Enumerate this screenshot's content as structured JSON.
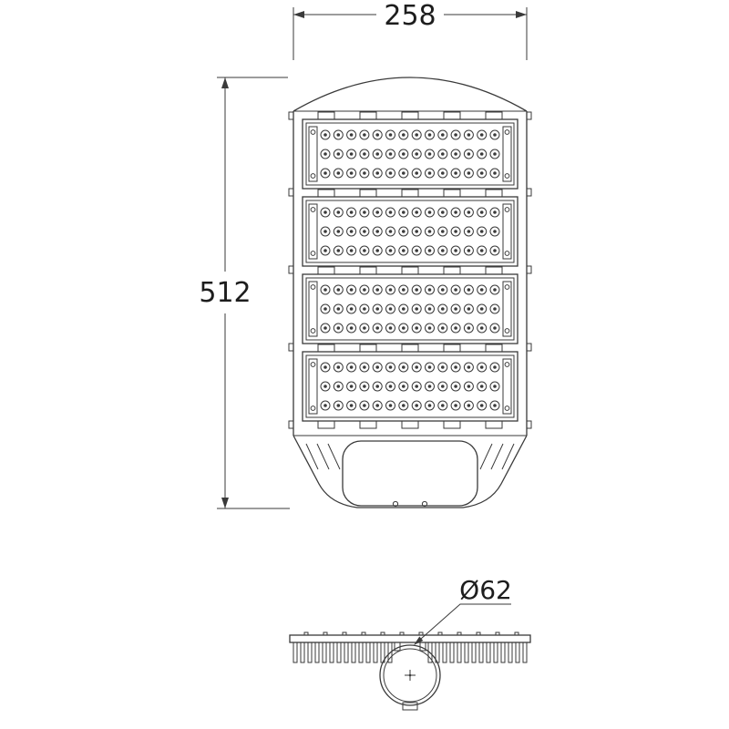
{
  "drawing": {
    "colors": {
      "line": "#3a3a3a",
      "text": "#1d1d1d",
      "background": "#ffffff"
    }
  },
  "top_view": {
    "width_dimension": "258",
    "height_dimension": "512",
    "modules": {
      "count": 4,
      "led_rows": 3,
      "led_cols": 14
    }
  },
  "side_view": {
    "mount_diameter_label": "Ø62",
    "fins_per_side": 14,
    "plate_bumps": 12
  }
}
